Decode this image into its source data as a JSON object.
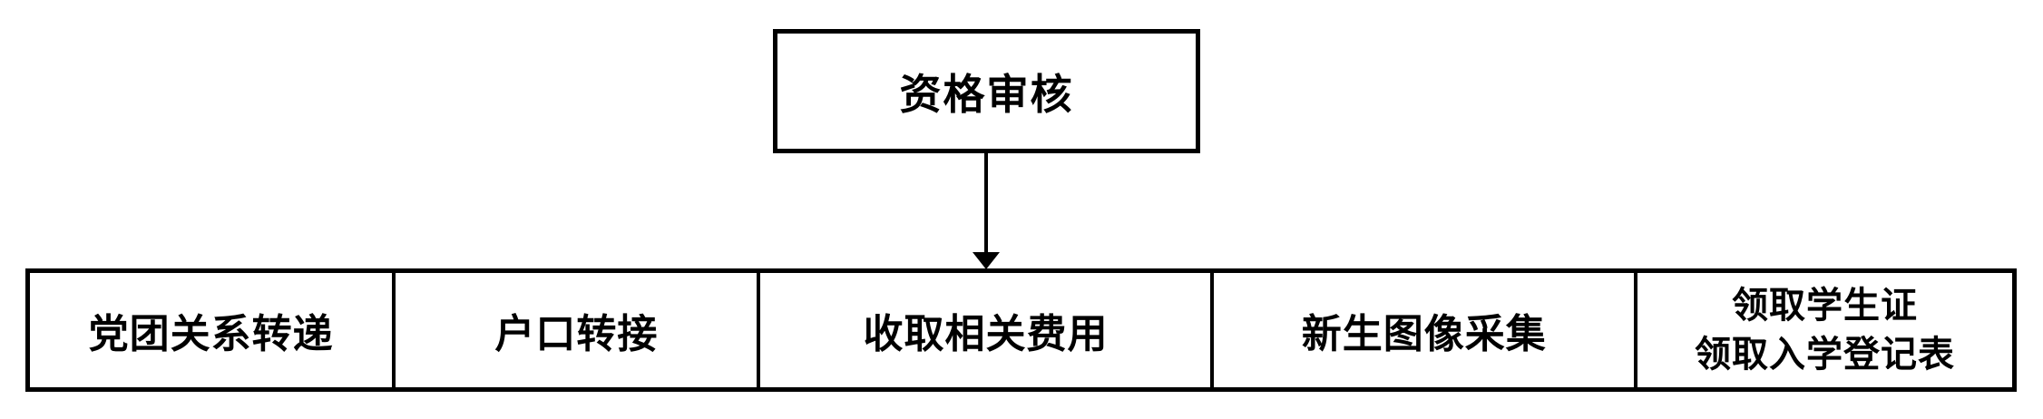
{
  "diagram": {
    "type": "flowchart",
    "background_color": "#ffffff",
    "line_color": "#000000",
    "top_box": {
      "label": "资格审核"
    },
    "connector": {
      "shape": "arrow-down",
      "from": "top_box",
      "to": "bottom_row"
    },
    "bottom_row": {
      "cells": [
        {
          "lines": [
            "党团关系转递"
          ]
        },
        {
          "lines": [
            "户口转接"
          ]
        },
        {
          "lines": [
            "收取相关费用"
          ]
        },
        {
          "lines": [
            "新生图像采集"
          ]
        },
        {
          "lines": [
            "领取学生证",
            "领取入学登记表"
          ]
        }
      ]
    }
  }
}
